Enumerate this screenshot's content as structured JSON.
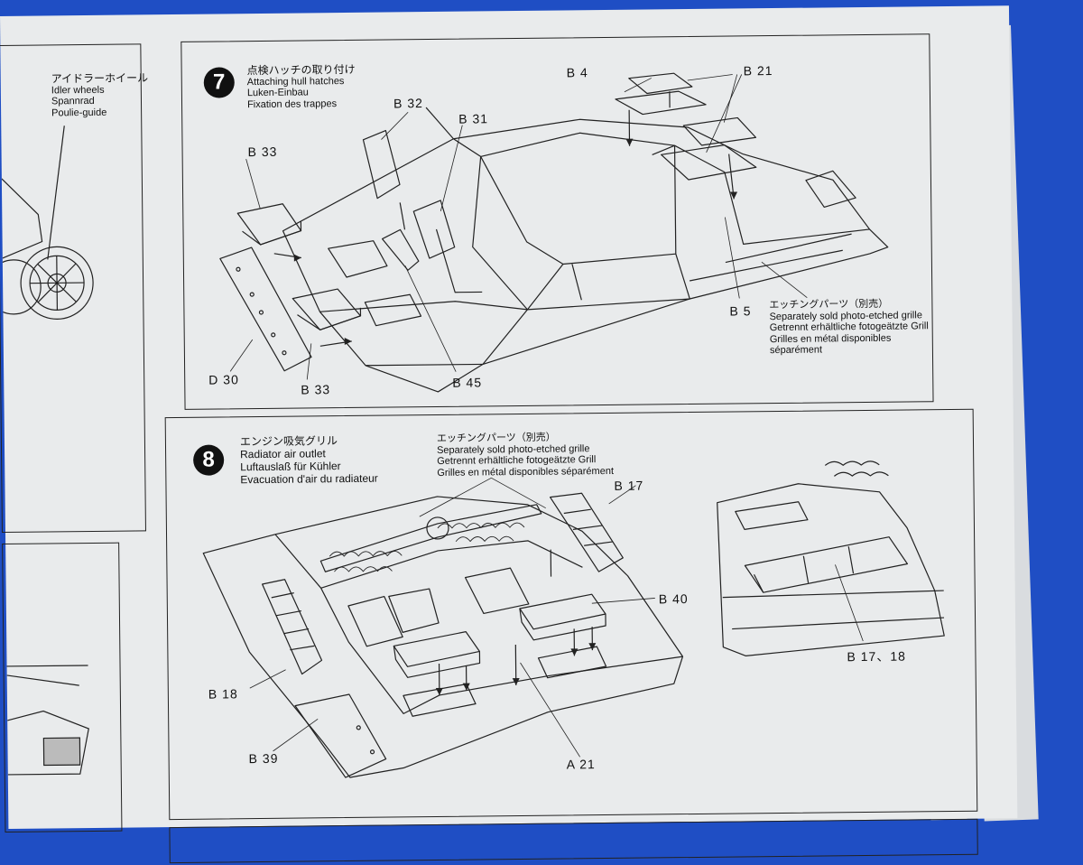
{
  "step7": {
    "number": "7",
    "title_jp": "点検ハッチの取り付け",
    "title_en": "Attaching hull hatches",
    "title_de": "Luken-Einbau",
    "title_fr": "Fixation des trappes",
    "parts": {
      "b4": "B 4",
      "b21": "B 21",
      "b32": "B 32",
      "b31": "B 31",
      "b33a": "B 33",
      "b33b": "B 33",
      "d30": "D 30",
      "b45": "B 45",
      "b5": "B 5"
    },
    "note": {
      "jp": "エッチングパーツ（別売）",
      "en": "Separately sold photo-etched grille",
      "de": "Getrennt erhältliche fotogeätzte Grill",
      "fr1": "Grilles en métal disponibles",
      "fr2": "séparément"
    }
  },
  "step8": {
    "number": "8",
    "title_jp": "エンジン吸気グリル",
    "title_en": "Radiator air outlet",
    "title_de": "Luftauslaß für Kühler",
    "title_fr": "Evacuation d'air du radiateur",
    "note": {
      "jp": "エッチングパーツ（別売）",
      "en": "Separately sold photo-etched grille",
      "de": "Getrennt erhältliche fotogeätzte Grill",
      "fr": "Grilles en métal disponibles séparément"
    },
    "parts": {
      "b17": "B 17",
      "b40": "B 40",
      "b18": "B 18",
      "b39": "B 39",
      "a21": "A 21",
      "b1718": "B 17、18"
    }
  },
  "prev_step": {
    "jp": "アイドラーホイール",
    "en": "Idler wheels",
    "de": "Spannrad",
    "fr": "Poulie-guide"
  }
}
